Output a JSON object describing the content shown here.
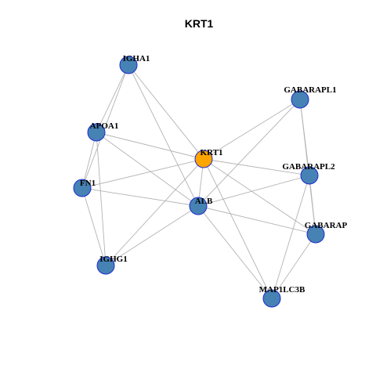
{
  "title": "KRT1",
  "colors": {
    "focus_node": "#FFA500",
    "other_node": "#4682B4",
    "node_border": "#1F2BD1",
    "edge": "#B3B3B3"
  },
  "nodes": [
    {
      "id": "IGHA1",
      "label": "IGHA1",
      "focus": false
    },
    {
      "id": "GABARAPL1",
      "label": "GABARAPL1",
      "focus": false
    },
    {
      "id": "APOA1",
      "label": "APOA1",
      "focus": false
    },
    {
      "id": "KRT1",
      "label": "KRT1",
      "focus": true
    },
    {
      "id": "GABARAPL2",
      "label": "GABARAPL2",
      "focus": false
    },
    {
      "id": "FN1",
      "label": "FN1",
      "focus": false
    },
    {
      "id": "ALB",
      "label": "ALB",
      "focus": false
    },
    {
      "id": "GABARAP",
      "label": "GABARAP",
      "focus": false
    },
    {
      "id": "IGHG1",
      "label": "IGHG1",
      "focus": false
    },
    {
      "id": "MAP1LC3B",
      "label": "MAP1LC3B",
      "focus": false
    }
  ],
  "edges": [
    [
      "IGHA1",
      "APOA1"
    ],
    [
      "IGHA1",
      "FN1"
    ],
    [
      "IGHA1",
      "ALB"
    ],
    [
      "IGHA1",
      "KRT1"
    ],
    [
      "APOA1",
      "FN1"
    ],
    [
      "APOA1",
      "IGHG1"
    ],
    [
      "APOA1",
      "KRT1"
    ],
    [
      "APOA1",
      "ALB"
    ],
    [
      "FN1",
      "KRT1"
    ],
    [
      "FN1",
      "ALB"
    ],
    [
      "FN1",
      "IGHG1"
    ],
    [
      "IGHG1",
      "KRT1"
    ],
    [
      "IGHG1",
      "ALB"
    ],
    [
      "KRT1",
      "ALB"
    ],
    [
      "KRT1",
      "GABARAPL1"
    ],
    [
      "KRT1",
      "GABARAPL2"
    ],
    [
      "KRT1",
      "GABARAP"
    ],
    [
      "KRT1",
      "MAP1LC3B"
    ],
    [
      "ALB",
      "GABARAPL1"
    ],
    [
      "ALB",
      "GABARAPL2"
    ],
    [
      "ALB",
      "GABARAP"
    ],
    [
      "ALB",
      "MAP1LC3B"
    ],
    [
      "GABARAPL1",
      "GABARAPL2"
    ],
    [
      "GABARAPL1",
      "GABARAP"
    ],
    [
      "GABARAPL2",
      "GABARAP"
    ],
    [
      "GABARAPL2",
      "MAP1LC3B"
    ],
    [
      "GABARAP",
      "MAP1LC3B"
    ]
  ]
}
